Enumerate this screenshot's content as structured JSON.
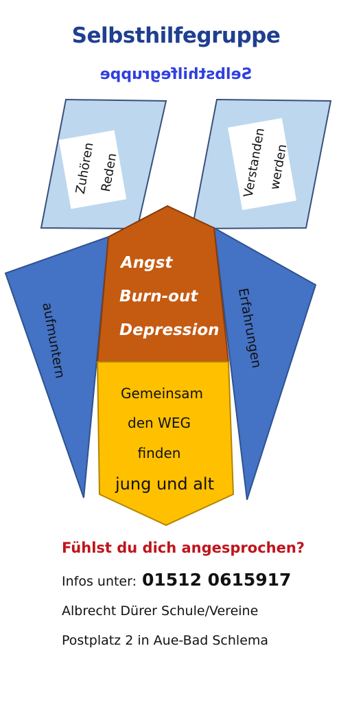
{
  "title": "Selbsthilfegruppe",
  "title_mirrored": "Selbsthilfegruppe",
  "panels": {
    "left_top": [
      "Zuhören",
      "Reden"
    ],
    "right_top": [
      "Verstanden",
      "werden"
    ]
  },
  "side_labels": {
    "left": "aufmuntern",
    "right": "Erfahrungen"
  },
  "center_top": [
    "Angst",
    "Burn-out",
    "Depression"
  ],
  "center_bottom": [
    "Gemeinsam",
    "den WEG",
    "finden",
    "jung und alt"
  ],
  "footer": {
    "question": "Fühlst du dich angesprochen?",
    "info_label": "Infos unter:",
    "phone": "01512 0615917",
    "line1": "Albrecht Dürer Schule/Vereine",
    "line2": "Postplatz 2 in Aue-Bad Schlema"
  },
  "colors": {
    "title": "#1f3f8f",
    "light_blue": "#bdd7ee",
    "blue": "#4472c4",
    "orange": "#c55a11",
    "yellow": "#ffc000",
    "question": "#c0141c"
  }
}
